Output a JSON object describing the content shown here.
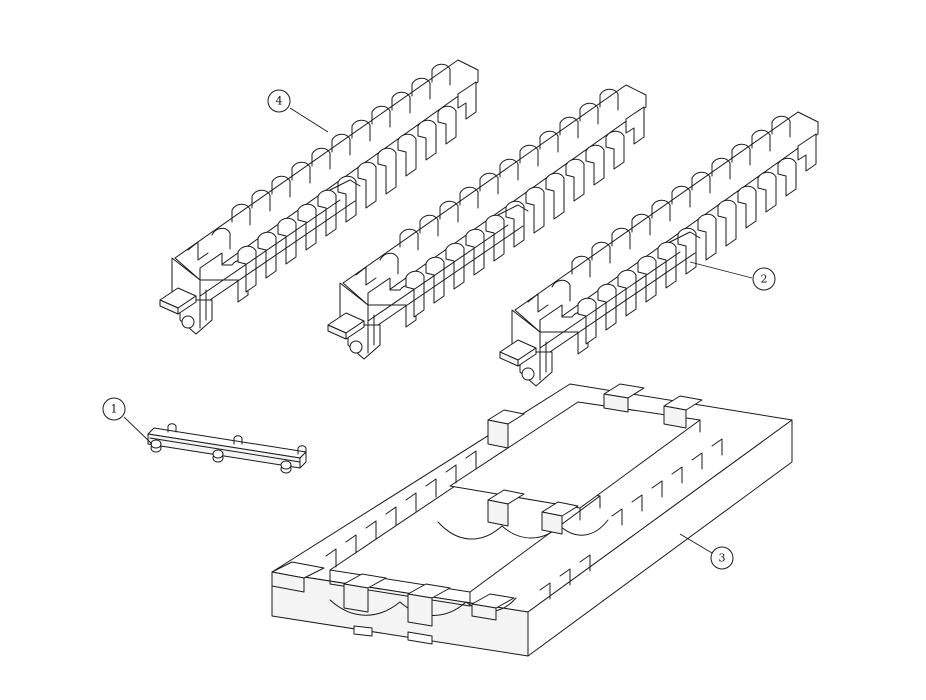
{
  "callouts": [
    {
      "id": "c1",
      "label": "1"
    },
    {
      "id": "c2",
      "label": "2"
    },
    {
      "id": "c3",
      "label": "3"
    },
    {
      "id": "c4",
      "label": "4"
    }
  ],
  "colors": {
    "line": "#1a1a1a",
    "background": "#ffffff"
  }
}
